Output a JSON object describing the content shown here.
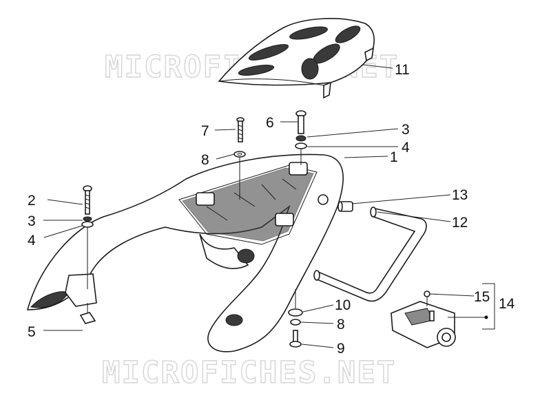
{
  "watermark": {
    "top": "MICROFICHES.NET",
    "bottom": "MICROFICHES.NET"
  },
  "callouts": [
    {
      "id": "c11",
      "text": "11"
    },
    {
      "id": "c7",
      "text": "7"
    },
    {
      "id": "c6",
      "text": "6"
    },
    {
      "id": "c3a",
      "text": "3"
    },
    {
      "id": "c4a",
      "text": "4"
    },
    {
      "id": "c8a",
      "text": "8"
    },
    {
      "id": "c1",
      "text": "1"
    },
    {
      "id": "c2",
      "text": "2"
    },
    {
      "id": "c13",
      "text": "13"
    },
    {
      "id": "c3b",
      "text": "3"
    },
    {
      "id": "c12",
      "text": "12"
    },
    {
      "id": "c4b",
      "text": "4"
    },
    {
      "id": "c15",
      "text": "15"
    },
    {
      "id": "c14",
      "text": "14"
    },
    {
      "id": "c10",
      "text": "10"
    },
    {
      "id": "c5",
      "text": "5"
    },
    {
      "id": "c8b",
      "text": "8"
    },
    {
      "id": "c9",
      "text": "9"
    }
  ]
}
